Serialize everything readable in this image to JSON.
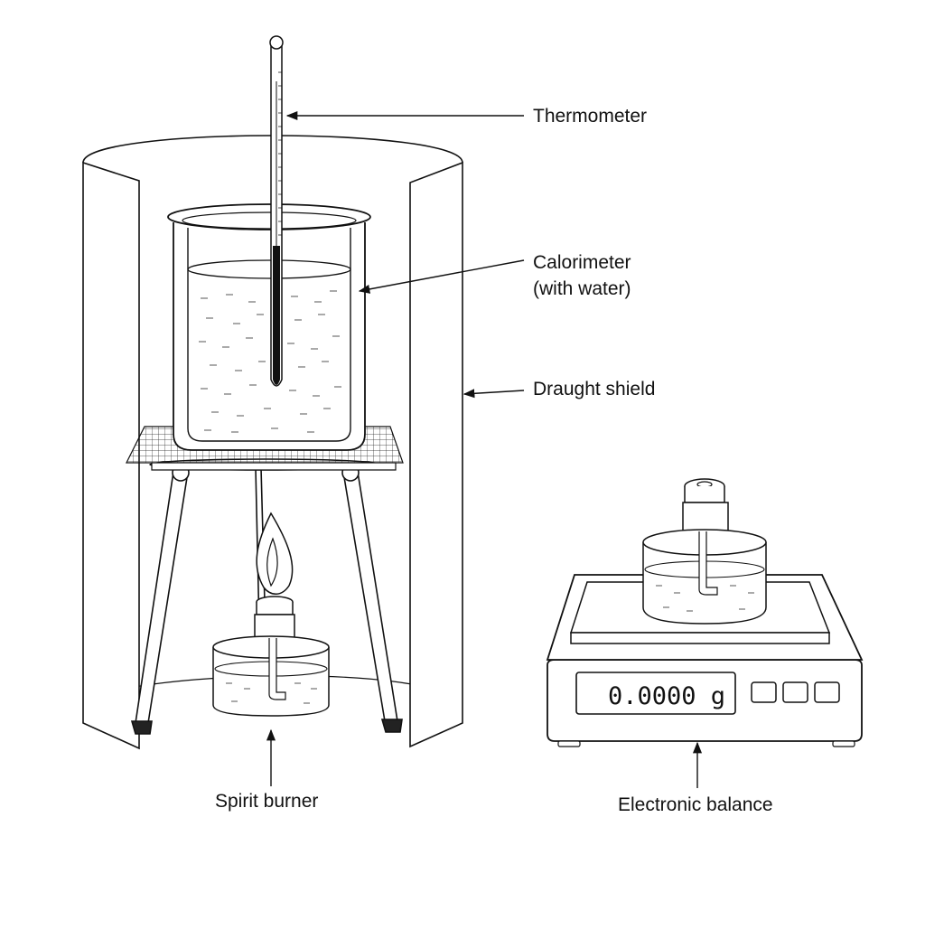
{
  "labels": {
    "thermometer": "Thermometer",
    "calorimeter_line1": "Calorimeter",
    "calorimeter_line2": "(with water)",
    "draught_shield": "Draught shield",
    "spirit_burner": "Spirit burner",
    "electronic_balance": "Electronic balance"
  },
  "balance": {
    "display_reading": "0.0000 g",
    "button_count": 3
  },
  "colors": {
    "line": "#111111",
    "background": "#ffffff"
  }
}
